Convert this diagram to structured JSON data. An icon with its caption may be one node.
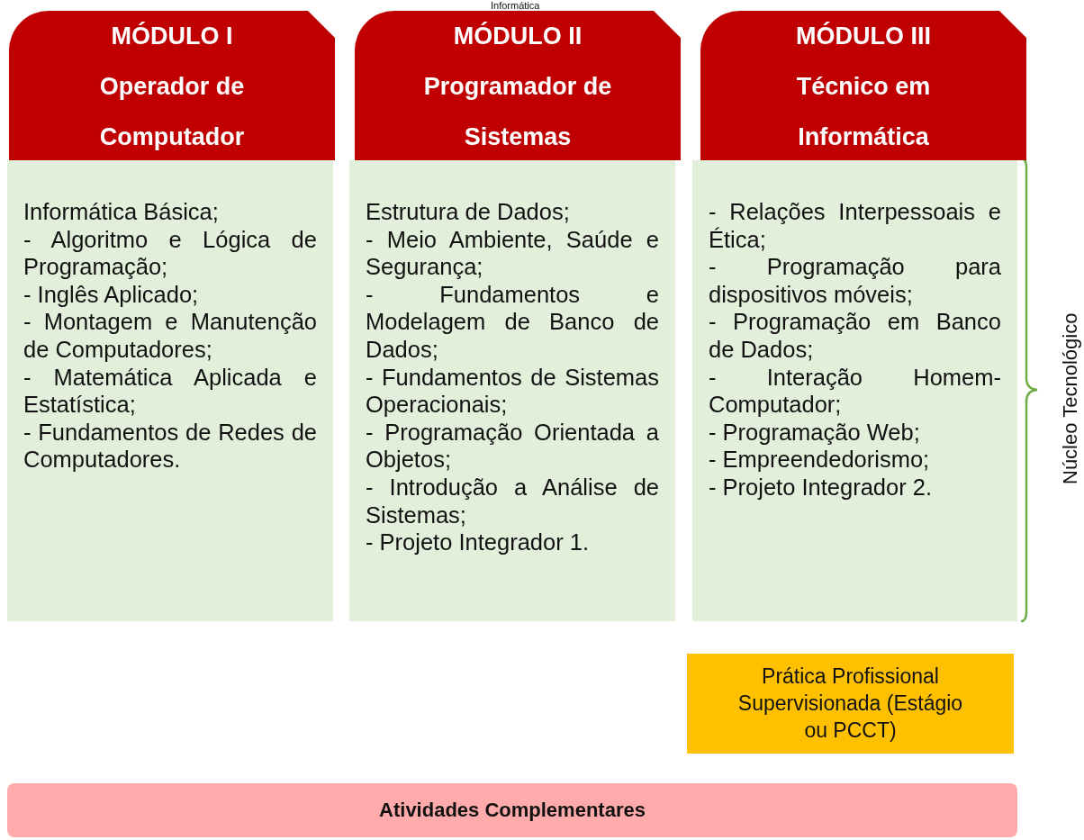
{
  "diagram": {
    "nodes": [
      {
        "text": [
          "MÓDULO I",
          "Operador de Computador"
        ]
      },
      {
        "text": [
          "MÓDULO II",
          "Programador de Sistemas"
        ]
      },
      {
        "text": [
          "MÓDULO III",
          "Técnico em Informática"
        ]
      },
      {
        "text": [
          "Informática Básica;",
          "- Algoritmo e Lógica de Programação;",
          "- Inglês Aplicado;",
          "- Montagem e Manutenção de Computadores;",
          "- Matemática Aplicada e Estatística;",
          "- Fundamentos de Redes de Computadores."
        ]
      },
      {
        "text": [
          "Estrutura de Dados;",
          "- Meio Ambiente, Saúde e Segurança;",
          "- Fundamentos e Modelagem de Banco de Dados;",
          "- Fundamentos de Sistemas Operacionais;",
          "- Programação Orientada a Objetos;",
          "- Introdução a Análise de Sistemas;",
          "- Projeto Integrador 1."
        ]
      },
      {
        "text": [
          "- Relações Interpessoais e Ética;",
          "- Programação para dispositivos móveis;",
          "- Programação em Banco de Dados;",
          "- Interação Homem-Computador;",
          "- Programação Web;",
          "- Empreendedorismo;",
          "- Projeto Integrador 2."
        ]
      },
      {
        "text": [
          "Prática Profissional Supervisionada (Estágio ou PCCT)"
        ]
      },
      {
        "text": [
          "Atividades Complementares"
        ]
      }
    ],
    "labels": [
      "Informática",
      "Núcleo Tecnológico"
    ]
  }
}
